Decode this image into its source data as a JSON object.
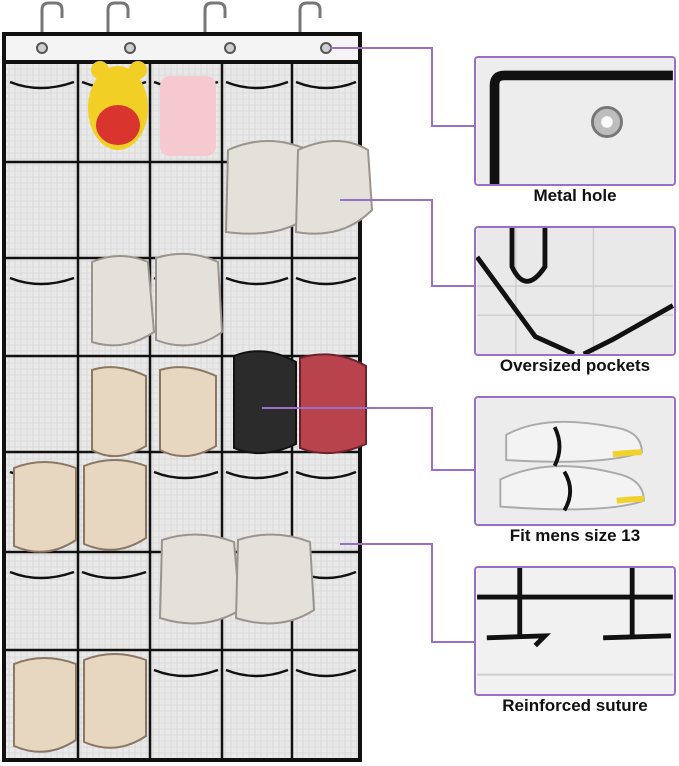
{
  "colors": {
    "accent": "#9b6fc8",
    "binding": "#111111",
    "fabric": "#ececec",
    "shoe_accent": "#f1d12b"
  },
  "callouts": [
    {
      "icon": "metal-hole-closeup",
      "caption": "Metal hole"
    },
    {
      "icon": "oversized-pocket-closeup",
      "caption": "Oversized pockets"
    },
    {
      "icon": "shoes-in-pocket-closeup",
      "caption": "Fit mens size 13"
    },
    {
      "icon": "reinforced-stitch-closeup",
      "caption": "Reinforced suture"
    }
  ]
}
